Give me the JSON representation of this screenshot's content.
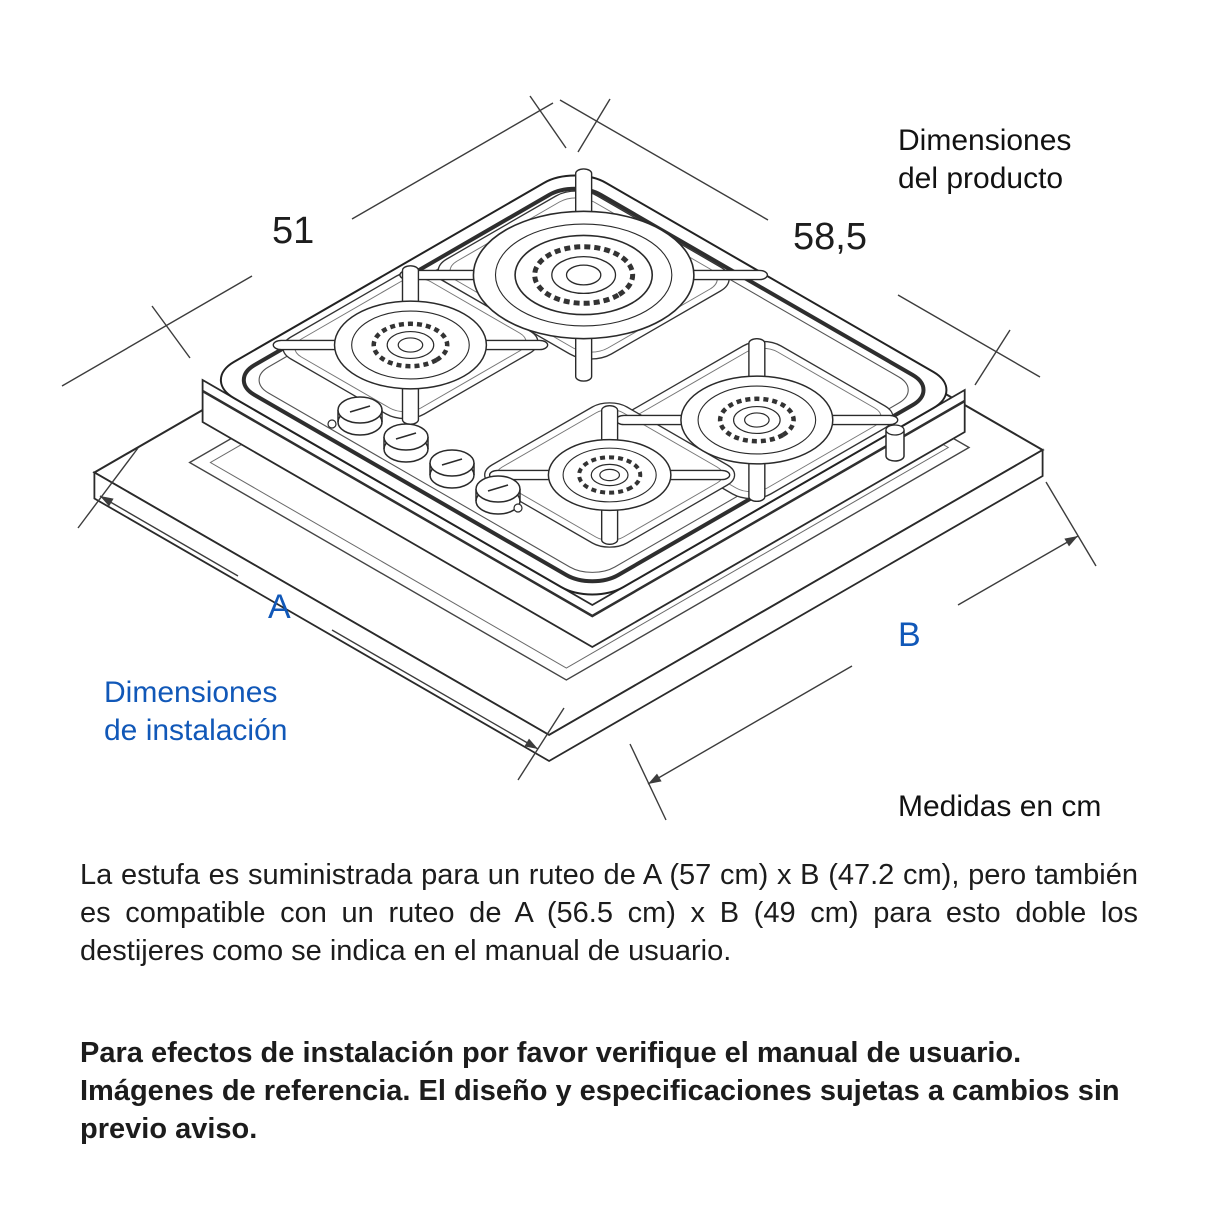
{
  "diagram": {
    "product_dims_label": "Dimensiones\ndel producto",
    "install_dims_label": "Dimensiones\nde instalación",
    "width_value": "51",
    "depth_value": "58,5",
    "dim_a_label": "A",
    "dim_b_label": "B",
    "units_note": "Medidas en cm",
    "accent_color": "#1158b8",
    "line_color": "#2a2a2a"
  },
  "notes": {
    "body": "La estufa es suministrada para un ruteo de A (57 cm) x B (47.2 cm), pero también es compatible con un ruteo de A (56.5 cm) x B (49 cm) para esto doble los destijeres como se indica en el manual de usuario.",
    "disclaimer": "Para efectos de instalación por favor verifique el manual de usuario. Imágenes de referencia. El diseño y especificaciones sujetas a cambios sin previo aviso."
  }
}
